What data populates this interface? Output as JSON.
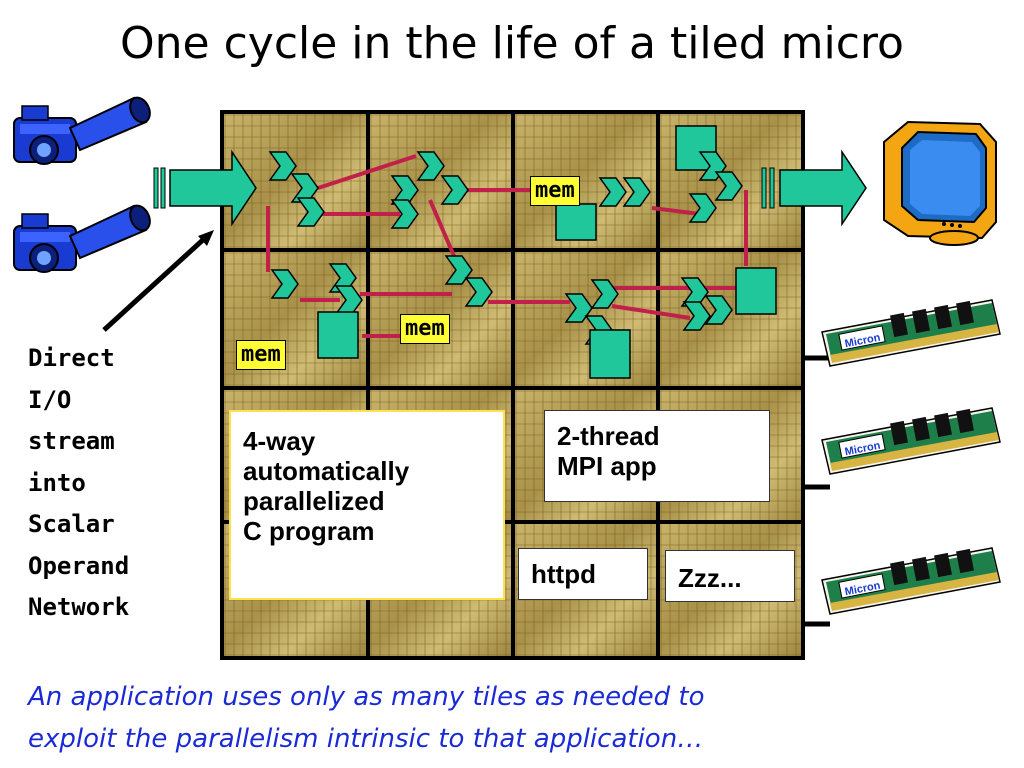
{
  "slide": {
    "title": "One cycle in the life of a tiled micro",
    "io_label_lines": [
      "Direct",
      "I/O",
      "stream",
      "into",
      "Scalar",
      "Operand",
      "Network"
    ],
    "mem_labels": [
      "mem",
      "mem",
      "mem"
    ],
    "app_boxes": {
      "autoparallel": [
        "4-way",
        "automatically",
        "parallelized",
        "C program"
      ],
      "mpi": [
        "2-thread",
        "MPI app"
      ],
      "httpd": "httpd",
      "idle": "Zzz..."
    },
    "caption_lines": [
      "An application uses only as many tiles as needed to",
      "exploit the parallelism intrinsic to that application…"
    ],
    "memory_chip_brand": "Micron",
    "icons": [
      "video-camera-icon",
      "video-camera-icon",
      "crt-monitor-icon",
      "memory-module-icon",
      "memory-module-icon",
      "memory-module-icon"
    ],
    "colors": {
      "caption": "#1a2ad6",
      "mem_block": "#ffff33",
      "functional_unit": "#1fc79a",
      "interconnect": "#c0204a",
      "tile_die": "#b39f58"
    }
  }
}
